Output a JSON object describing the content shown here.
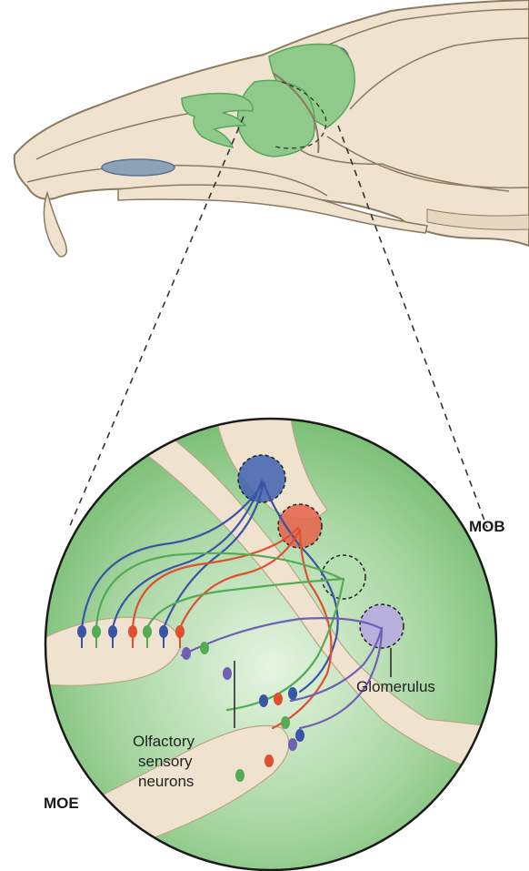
{
  "labels": {
    "mob": "MOB",
    "moe": "MOE",
    "glomerulus": "Glomerulus",
    "osn_line1": "Olfactory",
    "osn_line2": "sensory",
    "osn_line3": "neurons"
  },
  "colors": {
    "bone": "#efe3cf",
    "bone_outline": "#8a7a60",
    "tissue_green": "#8fca8b",
    "tissue_green_light": "#c9e8c2",
    "tissue_green_dark": "#5aa55a",
    "cavity_blue": "#8aa3b7",
    "neuron_blue": "#3a55a5",
    "neuron_red": "#e0502e",
    "neuron_green": "#55aa55",
    "neuron_purple": "#7060b5",
    "glom_blue": "#4060b0",
    "glom_red": "#e8614a",
    "glom_green": "#7fc27f",
    "glom_purple": "#a89ad8"
  }
}
